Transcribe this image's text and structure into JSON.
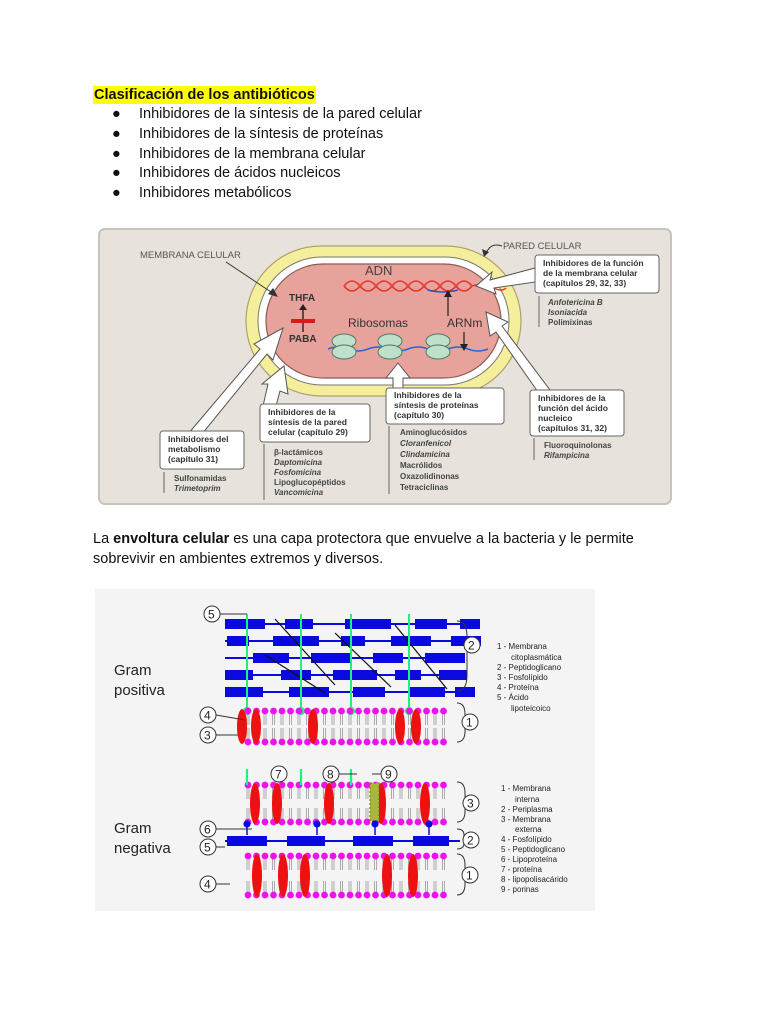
{
  "heading": "Clasificación de los antibióticos",
  "bullets": [
    "Inhibidores de la síntesis de la pared celular",
    "Inhibidores de la síntesis de proteínas",
    "Inhibidores de la membrana celular",
    "Inhibidores de ácidos nucleicos",
    "Inhibidores metabólicos"
  ],
  "bullet_glyph": "●",
  "figure1": {
    "membrana_celular": "MEMBRANA CELULAR",
    "pared_celular": "PARED CELULAR",
    "adn": "ADN",
    "thfa": "THFA",
    "paba": "PABA",
    "ribosomas": "Ribosomas",
    "arnm": "ARNm",
    "box_membrana": {
      "lines": [
        "Inhibidores de la función",
        "de la membrana celular",
        "(capítulos 29, 32, 33)"
      ],
      "drugs": [
        "Anfotericina B",
        "Isoniacida",
        "Polimixinas"
      ]
    },
    "box_metabolismo": {
      "lines": [
        "Inhibidores del",
        "metabolismo",
        "(capítulo 31)"
      ],
      "drugs": [
        "Sulfonamidas",
        "Trimetoprim"
      ]
    },
    "box_pared": {
      "lines": [
        "Inhibidores de la",
        "síntesis de la pared",
        "celular (capítulo 29)"
      ],
      "drugs": [
        "β-lactámicos",
        "Daptomicina",
        "Fosfomicina",
        "Lipoglucopéptidos",
        "Vancomicina"
      ]
    },
    "box_proteinas": {
      "lines": [
        "Inhibidores de la",
        "síntesis de proteínas",
        "(capítulo 30)"
      ],
      "drugs": [
        "Aminoglucósidos",
        "Cloranfenicol",
        "Clindamicina",
        "Macrólidos",
        "Oxazolidinonas",
        "Tetraciclinas"
      ]
    },
    "box_nucleico": {
      "lines": [
        "Inhibidores de la",
        "función del ácido",
        "nucleico",
        "(capítulos 31, 32)"
      ],
      "drugs": [
        "Fluoroquinolonas",
        "Rifampicina"
      ]
    }
  },
  "paragraph": {
    "pre": "La ",
    "bold": "envoltura celular",
    "post": " es una capa protectora que envuelve a la bacteria y le permite sobrevivir en ambientes extremos y diversos."
  },
  "figure2": {
    "gram_pos": [
      "Gram",
      "positiva"
    ],
    "gram_neg": [
      "Gram",
      "negativa"
    ],
    "legend_pos": [
      "1 - Membrana",
      "citoplasmática",
      "2 - Peptidoglicano",
      "3 - Fosfolípido",
      "4 - Proteína",
      "5 - Ácido",
      "lipoteicoico"
    ],
    "legend_neg": [
      "1 - Membrana",
      "interna",
      "2 - Periplasma",
      "3 - Membrana",
      "externa",
      "4 - Fosfolípido",
      "5 - Peptidoglicano",
      "6 - Lipoproteína",
      "7 - proteína",
      "8 - lipopolisacárido",
      "9 - porinas"
    ],
    "num": [
      "1",
      "2",
      "3",
      "4",
      "5",
      "6",
      "7",
      "8",
      "9"
    ]
  },
  "colors": {
    "highlight": "#ffff00",
    "cell_fill": "#e8a29c",
    "wall": "#f5ef9c",
    "panel": "#e7e3dc",
    "dna": "#e8322c",
    "peptidoglycan": "#0a0adf",
    "protein": "#ee1111",
    "lipid_head": "#ee11ee",
    "lta": "#1ef27a"
  }
}
